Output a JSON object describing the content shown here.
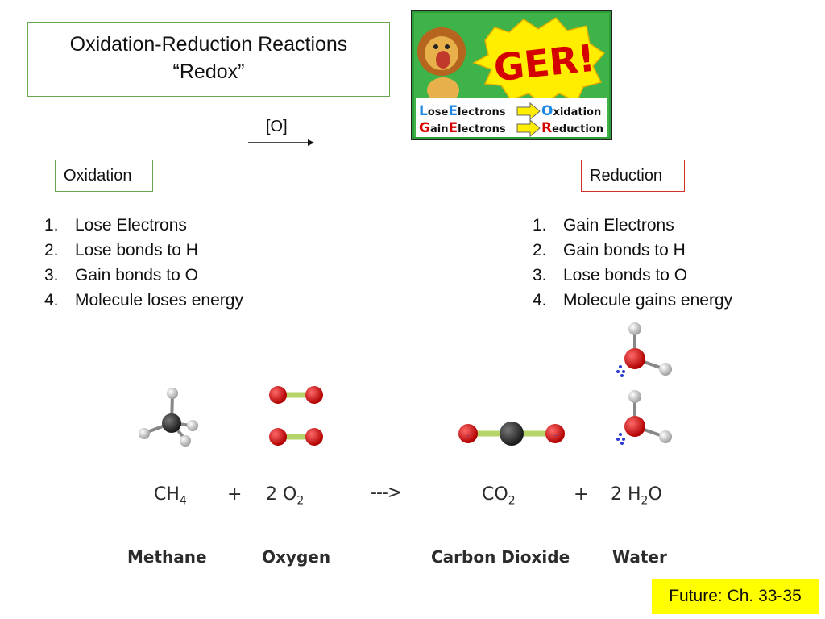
{
  "title": {
    "line1": "Oxidation-Reduction Reactions",
    "line2": "“Redox”"
  },
  "ger_logo": {
    "shout": "GER!",
    "row1": {
      "first_letter": "L",
      "word1": "ose",
      "second_letter": "E",
      "word2": "lectrons",
      "result_letter": "O",
      "result_rest": "xidation"
    },
    "row2": {
      "first_letter": "G",
      "word1": "ain",
      "second_letter": "E",
      "word2": "lectrons",
      "result_letter": "R",
      "result_rest": "eduction"
    },
    "mascot_icon": "lion-icon"
  },
  "reaction_arrow": {
    "label": "[O]"
  },
  "oxidation": {
    "header": "Oxidation",
    "items": [
      {
        "num": "1.",
        "text": "Lose Electrons"
      },
      {
        "num": "2.",
        "text": "Lose bonds to H"
      },
      {
        "num": "3.",
        "text": "Gain bonds to O"
      },
      {
        "num": "4.",
        "text": "Molecule loses energy"
      }
    ]
  },
  "reduction": {
    "header": "Reduction",
    "items": [
      {
        "num": "1.",
        "text": "Gain Electrons"
      },
      {
        "num": "2.",
        "text": "Gain bonds to H"
      },
      {
        "num": "3.",
        "text": "Lose bonds to O"
      },
      {
        "num": "4.",
        "text": "Molecule gains energy"
      }
    ]
  },
  "equation": {
    "methane": {
      "formula": "CH",
      "sub": "4"
    },
    "plus1": "+",
    "oxygen": {
      "coef": "2 O",
      "sub": "2"
    },
    "arrow": "--->",
    "co2": {
      "formula": "CO",
      "sub": "2"
    },
    "plus2": "+",
    "water": {
      "coef": "2 H",
      "sub": "2",
      "tail": "O"
    }
  },
  "names": {
    "methane": "Methane",
    "oxygen": "Oxygen",
    "carbon_dioxide": "Carbon Dioxide",
    "water": "Water"
  },
  "colors": {
    "oxidation_border": "#6aa84f",
    "reduction_border": "#d0312d",
    "footer_bg": "#ffff00",
    "oxygen_atom": "#d40000",
    "carbon_atom": "#333333",
    "hydrogen_atom": "#e8e8e8",
    "bond": "#b5d46a"
  },
  "footer": {
    "text": "Future: Ch. 33-35"
  }
}
